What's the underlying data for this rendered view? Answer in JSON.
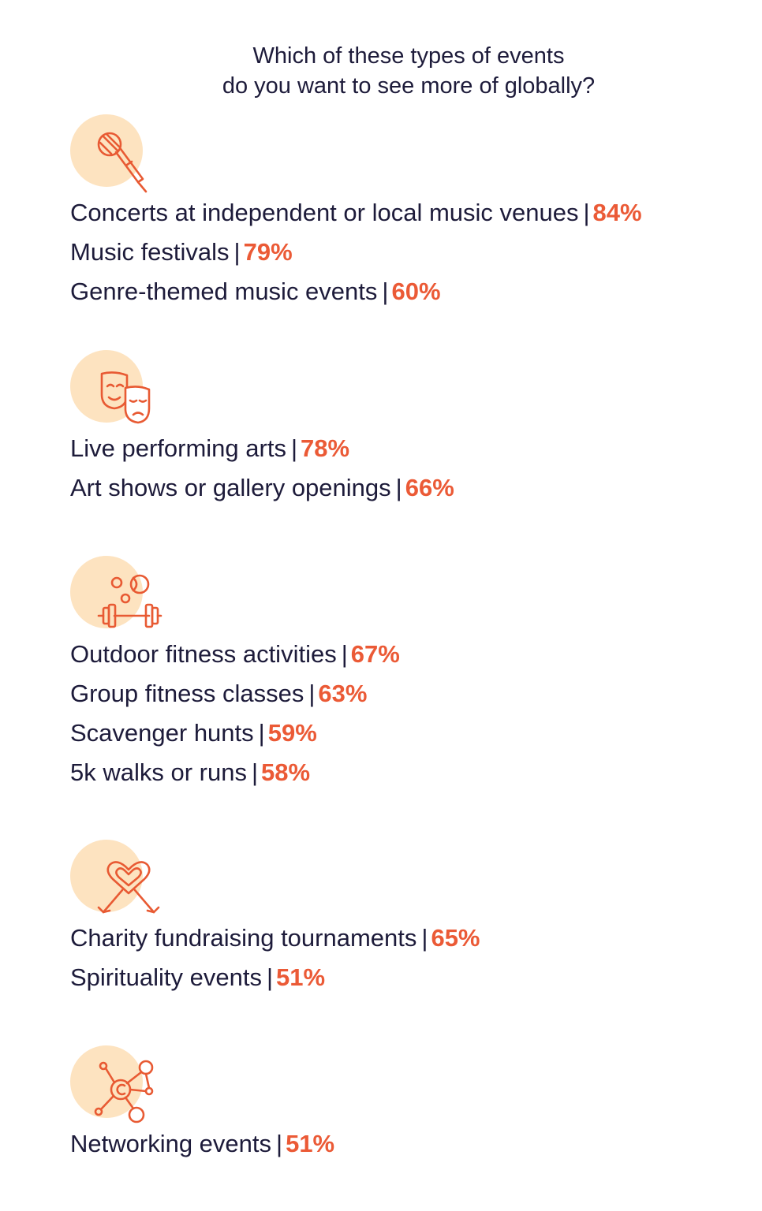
{
  "title_line1": "Which of these types of events",
  "title_line2": "do you want to see more of globally?",
  "accent_color": "#eb5a36",
  "icon_bg_color": "#fde3c0",
  "chart_data": {
    "type": "table",
    "title": "Which of these types of events do you want to see more of globally?",
    "groups": [
      {
        "icon": "microphone-icon",
        "items": [
          {
            "label": "Concerts at independent or local music venues",
            "value": 84,
            "display": "84%"
          },
          {
            "label": "Music festivals",
            "value": 79,
            "display": "79%"
          },
          {
            "label": "Genre-themed music events",
            "value": 60,
            "display": "60%"
          }
        ]
      },
      {
        "icon": "theater-masks-icon",
        "items": [
          {
            "label": "Live performing arts",
            "value": 78,
            "display": "78%"
          },
          {
            "label": "Art shows or gallery openings",
            "value": 66,
            "display": "66%"
          }
        ]
      },
      {
        "icon": "fitness-icon",
        "items": [
          {
            "label": "Outdoor fitness activities",
            "value": 67,
            "display": "67%"
          },
          {
            "label": "Group fitness classes",
            "value": 63,
            "display": "63%"
          },
          {
            "label": "Scavenger hunts",
            "value": 59,
            "display": "59%"
          },
          {
            "label": "5k walks or runs",
            "value": 58,
            "display": "58%"
          }
        ]
      },
      {
        "icon": "charity-ribbon-icon",
        "items": [
          {
            "label": "Charity fundraising tournaments",
            "value": 65,
            "display": "65%"
          },
          {
            "label": "Spirituality events",
            "value": 51,
            "display": "51%"
          }
        ]
      },
      {
        "icon": "network-icon",
        "items": [
          {
            "label": "Networking events",
            "value": 51,
            "display": "51%"
          }
        ]
      }
    ]
  }
}
